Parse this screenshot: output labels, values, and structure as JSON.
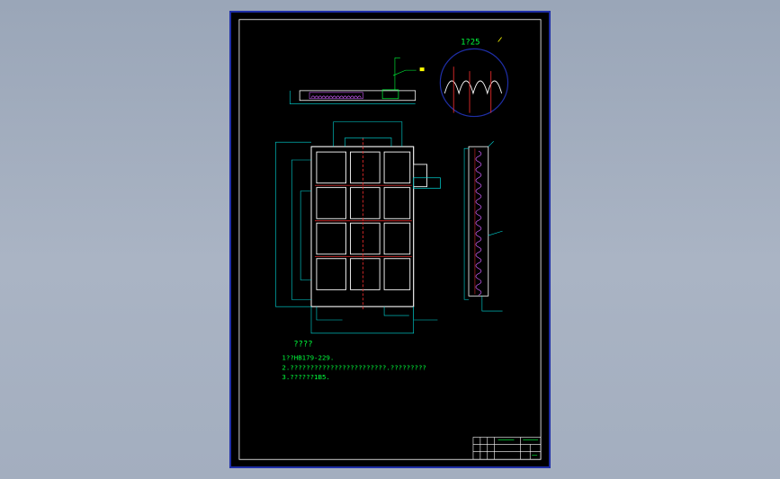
{
  "drawing": {
    "detail_scale": "1?25",
    "notes_title": "????",
    "notes": [
      "1??HB179-229.",
      "2.????????????????????????.?????????",
      "3.??????1B5."
    ]
  },
  "colors": {
    "background": "#000000",
    "frame": "#1f2fa8",
    "outline": "#ffffff",
    "dimension": "#00d8d8",
    "centerline": "#ff3030",
    "text": "#00ff3c",
    "hatch": "#d060ff",
    "marker": "#ffff00"
  }
}
